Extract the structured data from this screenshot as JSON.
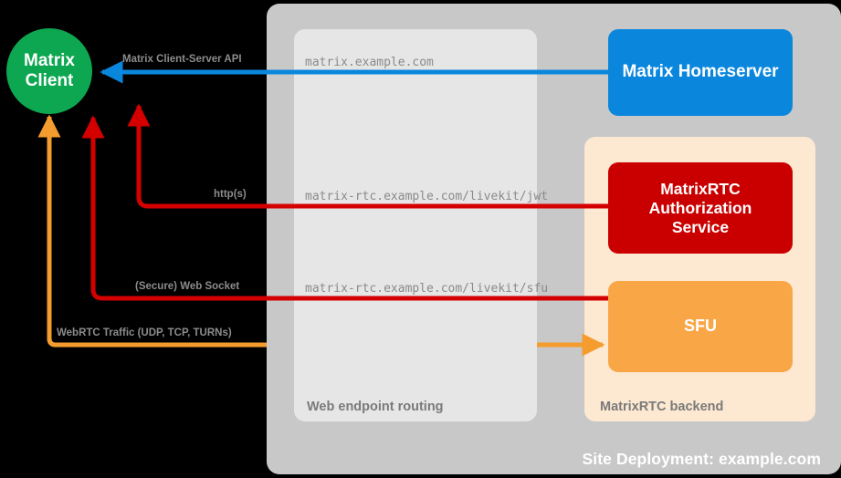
{
  "diagram": {
    "title": "Site Deployment: example.com",
    "containers": [
      {
        "id": "site",
        "label": "Site Deployment: example.com"
      },
      {
        "id": "routing",
        "label": "Web endpoint routing"
      },
      {
        "id": "backend",
        "label": "MatrixRTC backend"
      }
    ],
    "nodes": {
      "client": {
        "line1": "Matrix",
        "line2": "Client",
        "color": "#0ca750"
      },
      "homeserver": {
        "label": "Matrix Homeserver",
        "color": "#0a87dd"
      },
      "auth": {
        "line1": "MatrixRTC",
        "line2": "Authorization",
        "line3": "Service",
        "color": "#ca0000"
      },
      "sfu": {
        "label": "SFU",
        "color": "#f9a647"
      }
    },
    "edges": [
      {
        "id": "cs-api",
        "label": "Matrix Client-Server API",
        "endpoint": "matrix.example.com",
        "color": "#0a87dd"
      },
      {
        "id": "jwt",
        "label": "http(s)",
        "endpoint": "matrix-rtc.example.com/livekit/jwt",
        "color": "#d40000"
      },
      {
        "id": "ws",
        "label": "(Secure) Web Socket",
        "endpoint": "matrix-rtc.example.com/livekit/sfu",
        "color": "#d40000"
      },
      {
        "id": "webrtc",
        "label": "WebRTC Traffic (UDP, TCP, TURNs)",
        "endpoint": "",
        "color": "#f59c2e"
      }
    ],
    "colors": {
      "site_bg": "#c8c8c8",
      "routing_bg": "#e6e6e6",
      "backend_bg": "#fde8d2",
      "label_grey": "#8a8a8a",
      "canvas_bg": "#000000"
    }
  }
}
